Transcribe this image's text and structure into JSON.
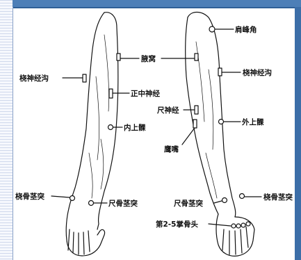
{
  "labels": {
    "shoulder_peak": "肩峰角",
    "axilla": "腋窝",
    "radial_groove_left": "桡神经沟",
    "radial_groove_right": "桡神经沟",
    "median_nerve": "正中神经",
    "ulnar_nerve": "尺神经",
    "medial_epicondyle": "内上髁",
    "lateral_epicondyle": "外上髁",
    "olecranon": "鹰嘴",
    "radial_styloid_left": "桡骨茎突",
    "ulnar_styloid_left": "尺骨茎突",
    "ulnar_styloid_right": "尺骨茎突",
    "radial_styloid_right": "桡骨茎突",
    "metacarpal_heads": "第2-5掌骨头"
  },
  "colors": {
    "frame_blue": "#4d7fb7",
    "frame_dark": "#3c6ea8",
    "line": "#111111"
  }
}
